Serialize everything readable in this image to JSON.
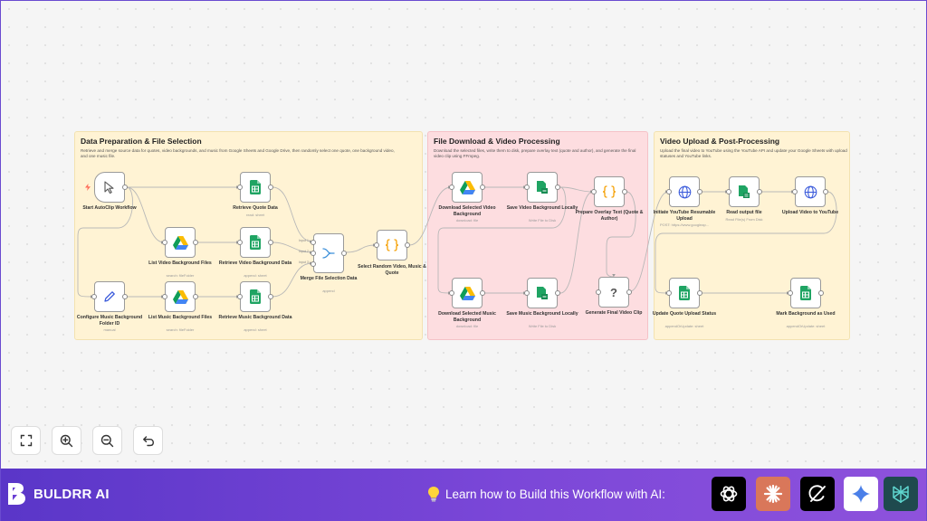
{
  "canvas": {
    "sections": [
      {
        "id": "prep",
        "title": "Data Preparation & File Selection",
        "description": "Retrieve and merge source data for quotes, video backgrounds, and music from Google Sheets and Google Drive, then randomly select one quote, one background video, and one music file."
      },
      {
        "id": "download",
        "title": "File Download & Video Processing",
        "description": "Download the selected files, write them to disk, prepare overlay text (quote and author), and generate the final video clip using FFmpeg."
      },
      {
        "id": "upload",
        "title": "Video Upload & Post-Processing",
        "description": "Upload the final video to YouTube using the YouTube API and update your Google Sheets with upload statuses and YouTube links."
      }
    ],
    "nodes": {
      "start": {
        "label": "Start AutoClip Workflow",
        "sub": "",
        "icon": "cursor-icon"
      },
      "retrieve_quote": {
        "label": "Retrieve Quote Data",
        "sub": "read: sheet",
        "icon": "google-sheets-icon"
      },
      "list_video": {
        "label": "List Video Background Files",
        "sub": "search: fileFolder",
        "icon": "google-drive-icon"
      },
      "retrieve_video": {
        "label": "Retrieve Video Background Data",
        "sub": "append: sheet",
        "icon": "google-sheets-icon"
      },
      "configure_music": {
        "label": "Configure Music Background Folder ID",
        "sub": "manual",
        "icon": "pencil-icon"
      },
      "list_music": {
        "label": "List Music Background Files",
        "sub": "search: fileFolder",
        "icon": "google-drive-icon"
      },
      "retrieve_music": {
        "label": "Retrieve Music Background Data",
        "sub": "append: sheet",
        "icon": "google-sheets-icon"
      },
      "merge": {
        "label": "Merge File Selection Data",
        "sub": "append",
        "icon": "merge-icon",
        "ports": [
          "Input 1",
          "Input 2",
          "Input 3"
        ]
      },
      "select_random": {
        "label": "Select Random Video, Music & Quote",
        "sub": "",
        "icon": "code-braces-icon"
      },
      "download_video": {
        "label": "Download Selected Video Background",
        "sub": "download: file",
        "icon": "google-drive-icon"
      },
      "save_video": {
        "label": "Save Video Background Locally",
        "sub": "Write File to Disk",
        "icon": "file-write-icon"
      },
      "prepare_overlay": {
        "label": "Prepare Overlay Text (Quote & Author)",
        "sub": "",
        "icon": "code-braces-icon"
      },
      "download_music": {
        "label": "Download Selected Music Background",
        "sub": "download: file",
        "icon": "google-drive-icon"
      },
      "save_music": {
        "label": "Save Music Background Locally",
        "sub": "Write File to Disk",
        "icon": "file-write-icon"
      },
      "generate_clip": {
        "label": "Generate Final Video Clip",
        "sub": "",
        "icon": "question-mark-icon"
      },
      "init_youtube": {
        "label": "Initiate YouTube Resumable Upload",
        "sub": "POST: https://www.googleap...",
        "icon": "globe-icon"
      },
      "read_output": {
        "label": "Read output file",
        "sub": "Read File(s) From Disk",
        "icon": "file-read-icon"
      },
      "upload_youtube": {
        "label": "Upload Video to YouTube",
        "sub": "",
        "icon": "globe-icon"
      },
      "update_quote": {
        "label": "Update Quote Upload Status",
        "sub": "appendOrUpdate: sheet",
        "icon": "google-sheets-icon"
      },
      "mark_background": {
        "label": "Mark Background as Used",
        "sub": "appendOrUpdate: sheet",
        "icon": "google-sheets-icon"
      }
    }
  },
  "controls": [
    {
      "id": "fit",
      "icon": "fit-view-icon"
    },
    {
      "id": "zoom_in",
      "icon": "zoom-in-icon"
    },
    {
      "id": "zoom_out",
      "icon": "zoom-out-icon"
    },
    {
      "id": "undo",
      "icon": "undo-icon"
    }
  ],
  "footer": {
    "brand": "BULDRR AI",
    "cta": "Learn how to Build this Workflow with AI:",
    "ai_tools": [
      {
        "name": "chatgpt-icon",
        "bg": "#000000"
      },
      {
        "name": "claude-icon",
        "bg": "#d9775a"
      },
      {
        "name": "grok-icon",
        "bg": "#000000"
      },
      {
        "name": "gemini-icon",
        "bg": "#ffffff"
      },
      {
        "name": "perplexity-icon",
        "bg": "#1f4a4e"
      }
    ]
  },
  "colors": {
    "accent": "#6a3fd3",
    "sheets_green": "#1fa463",
    "drive_blue": "#4285f4",
    "drive_yellow": "#fbbc04",
    "drive_green": "#0f9d58",
    "globe_blue": "#3b5bdb"
  }
}
